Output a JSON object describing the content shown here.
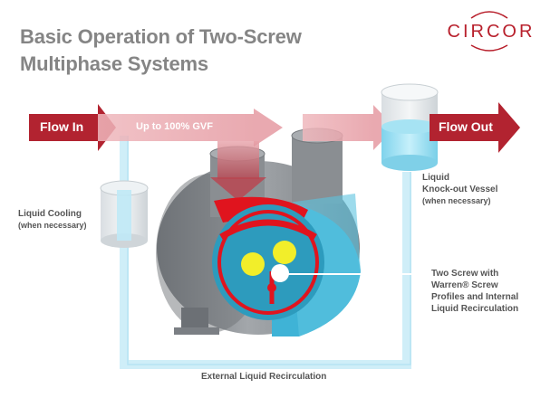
{
  "title": {
    "line1": "Basic Operation of Two-Screw",
    "line2": "Multiphase Systems"
  },
  "logo": {
    "text": "CIRCOR",
    "color": "#b8202c"
  },
  "labels": {
    "flow_in": "Flow In",
    "gvf": "Up to 100% GVF",
    "flow_out": "Flow Out",
    "cooling_line1": "Liquid Cooling",
    "cooling_line2": "(when necessary)",
    "knockout_line1": "Liquid",
    "knockout_line2": "Knock-out Vessel",
    "knockout_line3": "(when necessary)",
    "screw_line1": "Two Screw with",
    "screw_line2": "Warren® Screw",
    "screw_line3": "Profiles and Internal",
    "screw_line4": "Liquid Recirculation",
    "external": "External Liquid Recirculation"
  },
  "colors": {
    "arrow_red": "#b22330",
    "arrow_pink": "#e9a4ab",
    "pipe_blue": "#cfeef8",
    "pump_gray": "#8c9094",
    "pump_blue": "#3fb3d6",
    "screw_red": "#e0141e",
    "screw_yellow": "#f2ee2a"
  }
}
